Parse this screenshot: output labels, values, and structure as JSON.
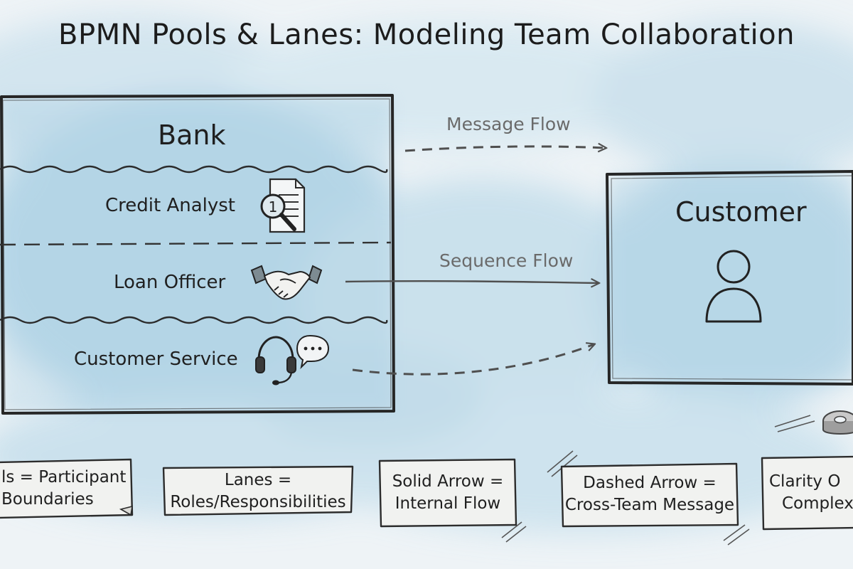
{
  "title": "BPMN Pools & Lanes: Modeling Team Collaboration",
  "bank_pool": {
    "name": "Bank",
    "lanes": [
      {
        "label": "Credit Analyst",
        "icon": "document-magnifier-icon"
      },
      {
        "label": "Loan Officer",
        "icon": "handshake-icon"
      },
      {
        "label": "Customer Service",
        "icon": "headset-chat-icon"
      }
    ]
  },
  "customer_pool": {
    "name": "Customer",
    "icon": "person-icon"
  },
  "flows": {
    "message": "Message Flow",
    "sequence": "Sequence Flow"
  },
  "captions": [
    {
      "line1": "ls = Participant",
      "line2": "Boundaries"
    },
    {
      "line1": "Lanes =",
      "line2": "Roles/Responsibilities"
    },
    {
      "line1": "Solid Arrow =",
      "line2": "Internal Flow"
    },
    {
      "line1": "Dashed Arrow =",
      "line2": "Cross-Team Message"
    },
    {
      "line1": "Clarity O",
      "line2": "Complexi"
    }
  ],
  "colors": {
    "ink": "#232323",
    "watercolor_blue": "#a9cfe3",
    "arrow_gray": "#555555",
    "paper": "#eef3f6"
  }
}
